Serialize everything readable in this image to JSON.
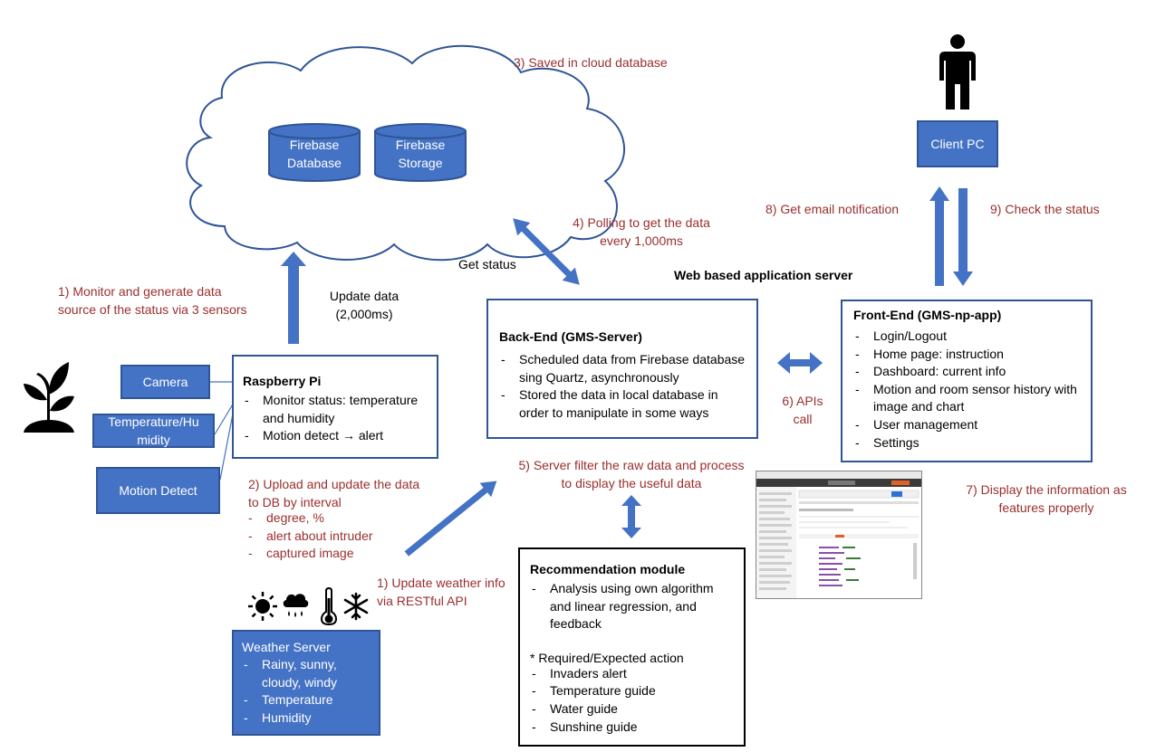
{
  "cloud": {
    "db1": "Firebase Database",
    "db2": "Firebase Storage",
    "caption": "3) Saved in cloud database"
  },
  "sensors": {
    "camera": "Camera",
    "temp_humidity": "Temperature/Humidity",
    "motion": "Motion Detect"
  },
  "raspberry": {
    "title": "Raspberry Pi",
    "items": [
      "Monitor status: temperature and humidity",
      "Motion detect → alert"
    ]
  },
  "backend": {
    "title": "Back-End (GMS-Server)",
    "items": [
      "Scheduled data from Firebase database sing Quartz, asynchronously",
      "Stored the data in local database in order to manipulate in some ways"
    ]
  },
  "frontend": {
    "title": "Front-End (GMS-np-app)",
    "items": [
      "Login/Logout",
      "Home page: instruction",
      "Dashboard: current info",
      "Motion and room sensor history with image and chart",
      "User management",
      "Settings"
    ]
  },
  "recommendation": {
    "title": "Recommendation module",
    "analysis": "Analysis using own algorithm and linear regression, and feedback",
    "subheading": "* Required/Expected action",
    "actions": [
      "Invaders alert",
      "Temperature guide",
      "Water guide",
      "Sunshine guide"
    ]
  },
  "weather": {
    "title": "Weather Server",
    "items": [
      "Rainy, sunny, cloudy, windy",
      "Temperature",
      "Humidity"
    ]
  },
  "client": "Client PC",
  "labels": {
    "monitor": "1) Monitor and generate data source of the status via 3 sensors",
    "update_data": "Update data (2,000ms)",
    "upload": "2) Upload and update the data to DB by interval",
    "upload_items": [
      "degree, %",
      "alert about intruder",
      "captured image"
    ],
    "polling": "4) Polling to get the data every 1,000ms",
    "get_status": "Get status",
    "web_server": "Web based application server",
    "filter": "5) Server filter the raw data and process to display the useful data",
    "apis": "6) APIs call",
    "display": "7) Display the information as features properly",
    "email": "8) Get email notification",
    "check": "9) Check the status",
    "weather_update": "1) Update weather info via RESTful API"
  },
  "colors": {
    "box_fill": "#4472c4",
    "box_border": "#2f5597",
    "label_red": "#9b2e2e",
    "arrow": "#4472c4"
  },
  "icons": [
    "plant-icon",
    "person-icon",
    "sun-icon",
    "rain-cloud-icon",
    "thermometer-icon",
    "snowflake-icon",
    "app-screenshot-thumbnail"
  ]
}
